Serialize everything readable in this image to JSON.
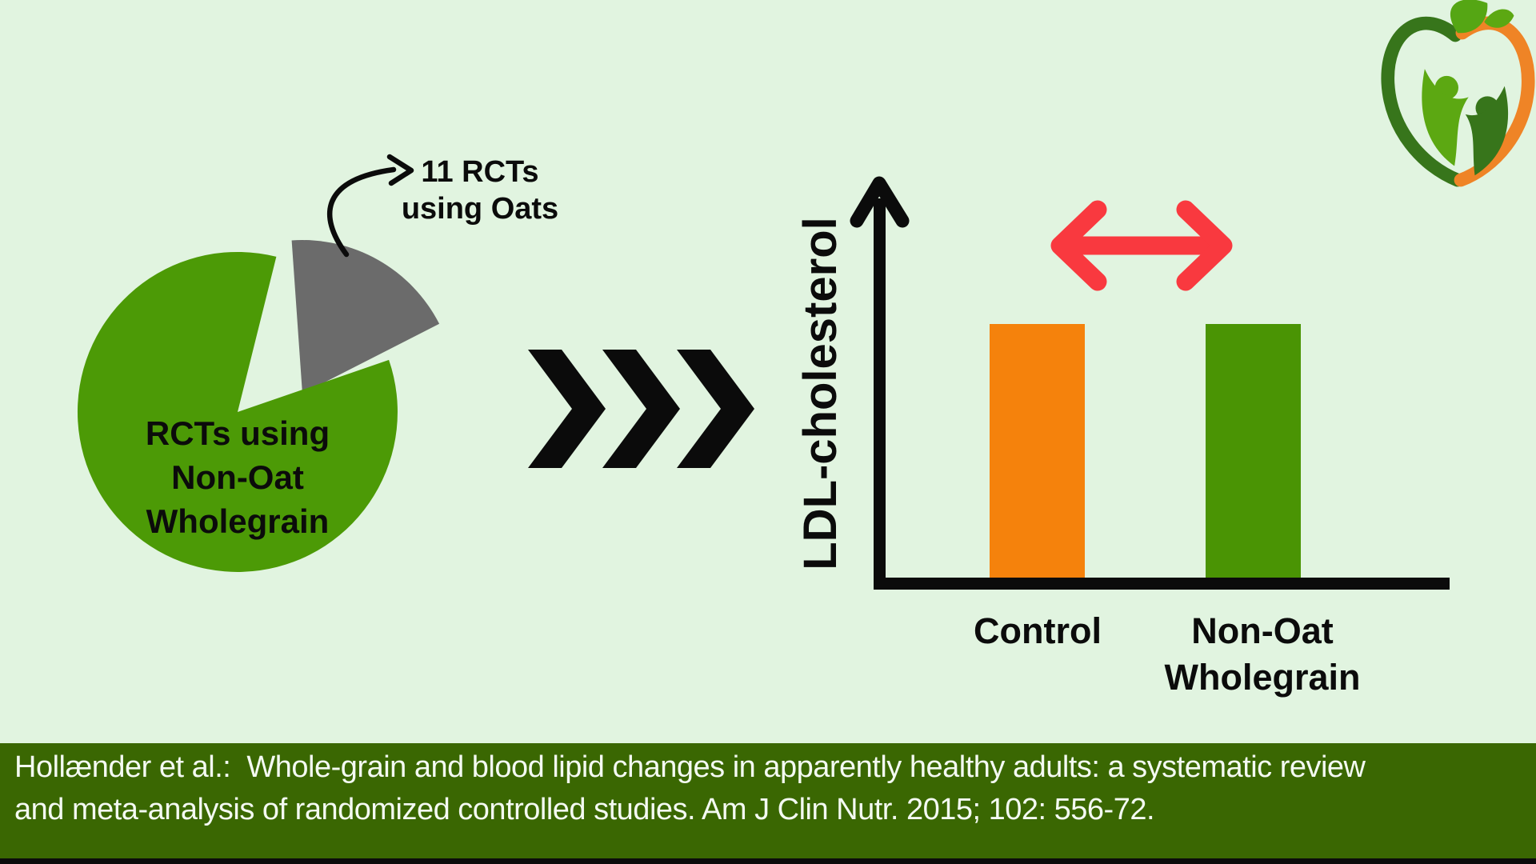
{
  "colors": {
    "background": "#E1F4E0",
    "ink": "#0B0B0B",
    "pie_green": "#4C9A06",
    "slice_gray": "#6B6B6B",
    "bar_orange": "#F5820C",
    "bar_green": "#4A9404",
    "red_arrow": "#F9393F",
    "footer_bg": "#3A6702",
    "footer_text": "#F4FAF2",
    "logo_dark_green": "#37751B",
    "logo_orange": "#EF8426",
    "logo_light_green": "#5CA812",
    "logo_leaf_green": "#55A614"
  },
  "pie_section": {
    "inner_label_line1": "RCTs using",
    "inner_label_line2": "Non-Oat",
    "inner_label_line3": "Wholegrain",
    "callout_line1": "11 RCTs",
    "callout_line2": "using Oats"
  },
  "bar_section": {
    "y_axis_label": "LDL-cholesterol",
    "category1": "Control",
    "category2_line1": "Non-Oat",
    "category2_line2": "Wholegrain"
  },
  "footer": {
    "line1": "Hollænder et al.:  Whole-grain and blood lipid changes in apparently healthy adults: a systematic review",
    "line2": "and meta-analysis of randomized controlled studies. Am J Clin Nutr. 2015; 102: 556-72."
  },
  "icons": {
    "logo": "apple-people-nutrition-logo",
    "chevrons": "triple-chevron-right-icon",
    "red_arrow": "left-right-arrow-icon (no difference)",
    "y_axis_arrow": "up-arrow-axis-icon",
    "callout_arrow": "curved-pointer-arrow-icon"
  },
  "chart_data": [
    {
      "type": "pie",
      "title": "Randomized controlled trials included",
      "slices": [
        {
          "label": "11 RCTs using Oats",
          "fraction": 0.19,
          "color_key": "slice_gray",
          "exploded": true,
          "start_deg": -4,
          "end_deg": 63
        },
        {
          "label": "RCTs using Non-Oat Wholegrain",
          "fraction": 0.81,
          "color_key": "pie_green",
          "exploded": false,
          "start_deg": 71,
          "end_deg": 374
        }
      ],
      "legend_position": "labels drawn on/next to slices"
    },
    {
      "type": "bar",
      "categories": [
        "Control",
        "Non-Oat Wholegrain"
      ],
      "values": [
        1,
        1
      ],
      "value_note": "qualitative equal bar heights — double-headed red arrow indicates no difference in LDL-cholesterol",
      "ylabel": "LDL-cholesterol",
      "xlabel": "",
      "bar_color_keys": [
        "bar_orange",
        "bar_green"
      ],
      "axis_numeric_labels": false,
      "grid": false
    }
  ]
}
